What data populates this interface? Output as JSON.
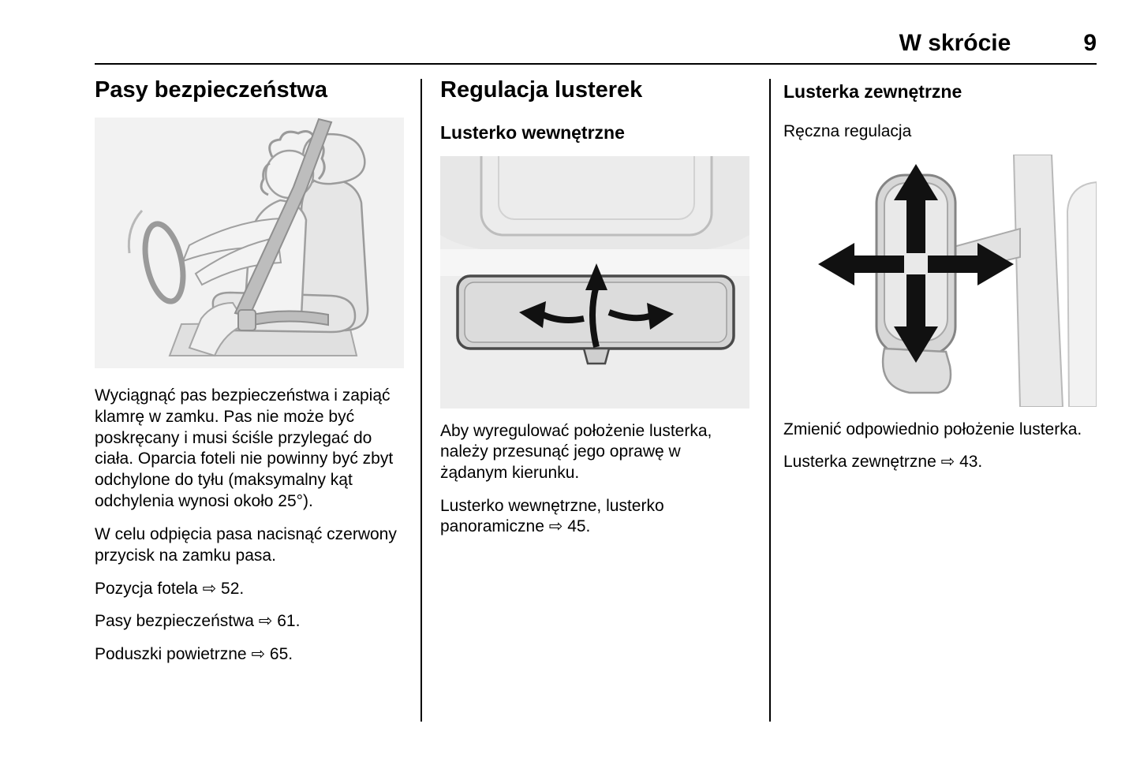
{
  "header": {
    "section_title": "W skrócie",
    "page_number": "9"
  },
  "ref_symbol": "⇨",
  "seatbelts": {
    "heading": "Pasy bezpieczeństwa",
    "p1": "Wyciągnąć pas bezpieczeństwa i zapiąć klamrę w zamku. Pas nie może być poskręcany i musi ściśle przylegać do ciała. Oparcia foteli nie powinny być zbyt odchylone do tyłu (maksymalny kąt odchylenia wynosi około 25°).",
    "p2": "W celu odpięcia pasa nacisnąć czerwony przycisk na zamku pasa.",
    "refs": [
      {
        "label": "Pozycja fotela",
        "page": "52."
      },
      {
        "label": "Pasy bezpieczeństwa",
        "page": "61."
      },
      {
        "label": "Poduszki powietrzne",
        "page": "65."
      }
    ]
  },
  "mirrors_adjust": {
    "heading": "Regulacja lusterek",
    "subheading": "Lusterko wewnętrzne",
    "p1": "Aby wyregulować położenie lusterka, należy przesunąć jego oprawę w żądanym kierunku.",
    "refs": [
      {
        "label": "Lusterko wewnętrzne, lusterko panoramiczne",
        "page": "45."
      }
    ]
  },
  "mirrors_exterior": {
    "heading": "Lusterka zewnętrzne",
    "subheading": "Ręczna regulacja",
    "p1": "Zmienić odpowiednio położenie lusterka.",
    "refs": [
      {
        "label": "Lusterka zewnętrzne",
        "page": "43."
      }
    ]
  }
}
